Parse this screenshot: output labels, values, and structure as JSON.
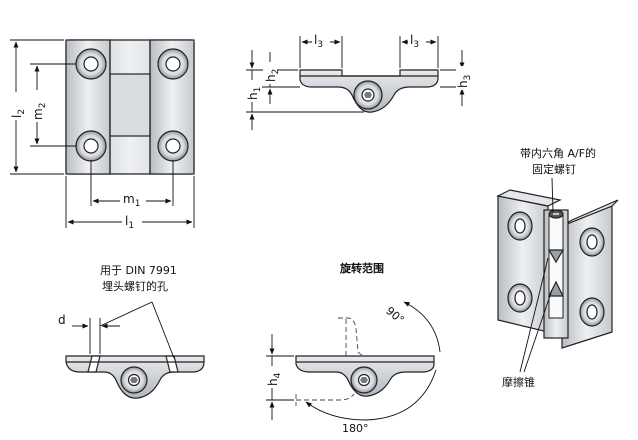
{
  "labels": {
    "l1": "l",
    "l1_sub": "1",
    "l2": "l",
    "l2_sub": "2",
    "l3_left": "l",
    "l3_left_sub": "3",
    "l3_right": "l",
    "l3_right_sub": "3",
    "m1": "m",
    "m1_sub": "1",
    "m2": "m",
    "m2_sub": "2",
    "h1": "h",
    "h1_sub": "1",
    "h2": "h",
    "h2_sub": "2",
    "h3": "h",
    "h3_sub": "3",
    "h4": "h",
    "h4_sub": "4",
    "d": "d"
  },
  "notes": {
    "hole_line1": "用于 DIN 7991",
    "hole_line2": "埋头螺钉的孔",
    "rotation_title": "旋转范围",
    "angle_90": "90°",
    "angle_180": "180°",
    "screw_line1": "带内六角 A/F的",
    "screw_line2": "固定螺钉",
    "friction": "摩擦锥"
  }
}
